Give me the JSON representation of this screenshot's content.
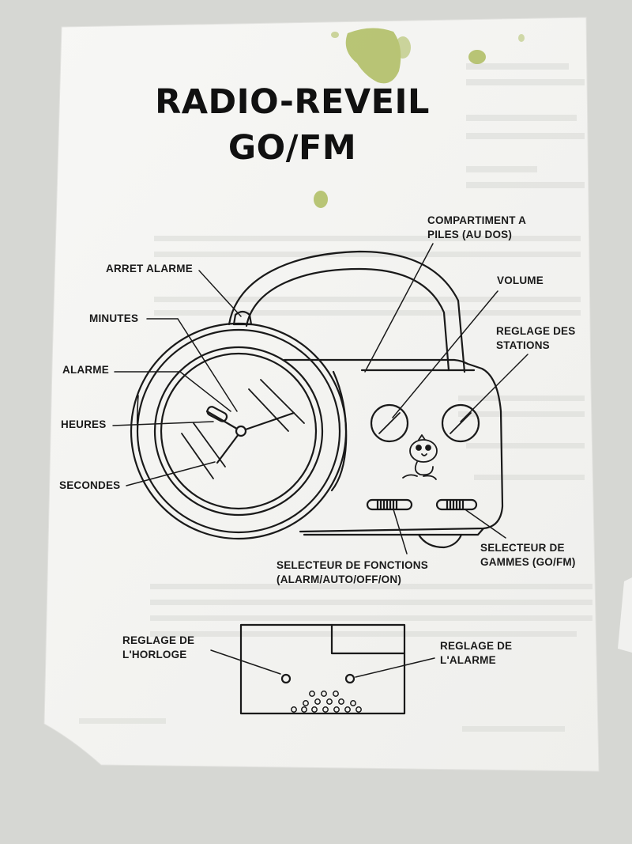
{
  "document": {
    "title_line1": "RADIO-REVEIL",
    "title_line2": "GO/FM"
  },
  "labels": {
    "battery_compartment": [
      "COMPARTIMENT A",
      "PILES (AU DOS)"
    ],
    "alarm_stop": "ARRET ALARME",
    "minutes": "MINUTES",
    "alarm": "ALARME",
    "hours": "HEURES",
    "seconds": "SECONDES",
    "volume": "VOLUME",
    "station_tuning": [
      "REGLAGE DES",
      "STATIONS"
    ],
    "function_selector": [
      "SELECTEUR DE FONCTIONS",
      "(ALARM/AUTO/OFF/ON)"
    ],
    "band_selector": [
      "SELECTEUR DE",
      "GAMMES (GO/FM)"
    ],
    "clock_setting": [
      "REGLAGE DE",
      "L'HORLOGE"
    ],
    "alarm_setting": [
      "REGLAGE DE",
      "L'ALARME"
    ]
  },
  "colors": {
    "paper": "#f6f6f4",
    "ink": "#1a1a1a",
    "stain": "#9fb24a",
    "background": "#d8d9d6"
  }
}
